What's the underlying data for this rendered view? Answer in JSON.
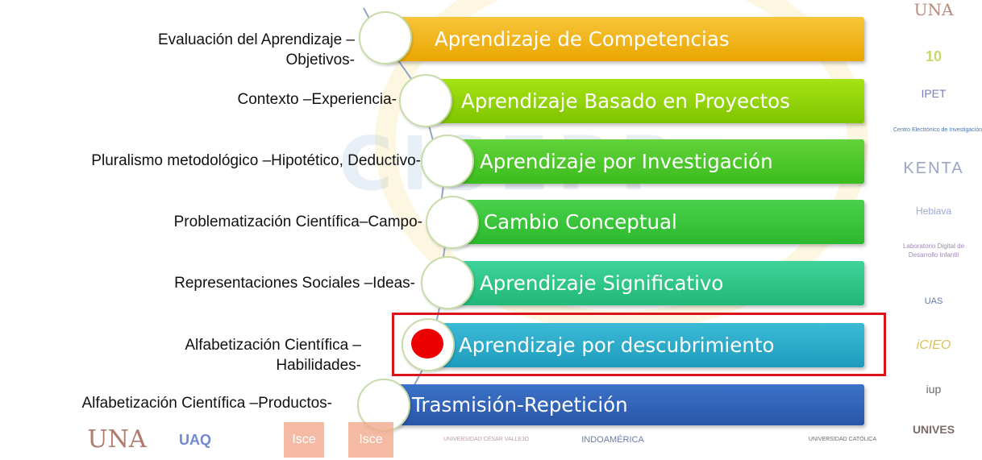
{
  "levels": [
    {
      "title": "Aprendizaje de Competencias",
      "left_label": "Evaluación del Aprendizaje –\nObjetivos-",
      "color": "#f0b100"
    },
    {
      "title": "Aprendizaje Basado en Proyectos",
      "left_label": "Contexto –Experiencia-",
      "color": "#8ed400"
    },
    {
      "title": "Aprendizaje por Investigación",
      "left_label": "Pluralismo metodológico –Hipotético, Deductivo-",
      "color": "#4cc629"
    },
    {
      "title": "Cambio Conceptual",
      "left_label": "Problematización Científica–Campo-",
      "color": "#36c23a"
    },
    {
      "title": "Aprendizaje Significativo",
      "left_label": "Representaciones Sociales –Ideas-",
      "color": "#2ac281"
    },
    {
      "title": "Aprendizaje por descubrimiento",
      "left_label": "Alfabetización Científica –\nHabilidades-",
      "color": "#2aa6c4"
    },
    {
      "title": "Trasmisión-Repetición",
      "left_label": "Alfabetización Científica –Productos-",
      "color": "#2f62b8"
    }
  ],
  "highlight_color": "#d9141b",
  "marker_color": "#ee0000",
  "watermark": "CISEPP",
  "logos_right": [
    "UNA",
    "10",
    "IPET",
    "Centro Electrónico de Investigación",
    "KENTA",
    "Hebiava",
    "Laboratorio Digital de Desarrollo Infantil",
    "UAS",
    "iCIEO",
    "iup",
    "UNIVES"
  ],
  "logos_bottom": [
    "UNA",
    "UAQ",
    "Isce",
    "Isce",
    "UNIVERSIDAD CÉSAR VALLEJO",
    "INDOAMÉRICA",
    "UNIVERSIDAD CATÓLICA"
  ]
}
